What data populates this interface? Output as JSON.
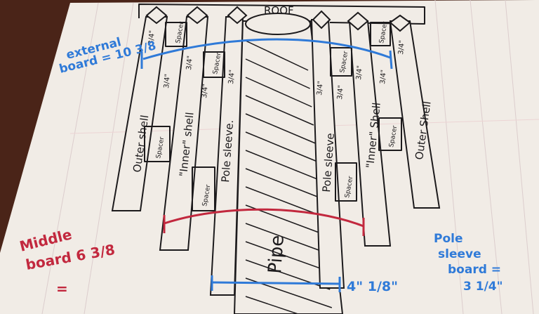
{
  "colors": {
    "paper": "#f1ece6",
    "table": "#4a2418",
    "ink": "#1c1a1c",
    "blue_marker": "#2f7ad8",
    "red_marker": "#c2283e",
    "rule_lines": "#d9c8c8"
  },
  "roof_label": "ROOF",
  "boards": {
    "outer_left": "Outer shell",
    "inner_left": "\"Inner\" shell",
    "sleeve_left": "Pole sleeve.",
    "pipe": "Pipe",
    "sleeve_right": "Pole sleeve",
    "inner_right": "\"Inner\" Shell",
    "outer_right": "Outer Shell"
  },
  "spacer_label": "Spacer",
  "thickness_label": "3/4\"",
  "annotations": {
    "external_line1": "external",
    "external_line2": "board = 10 3/8",
    "middle_line1": "Middle",
    "middle_line2": "board 6 3/8",
    "middle_line3": "=",
    "sleeve_measure": "4\" 1/8\"",
    "pole_line1": "Pole",
    "pole_line2": "sleeve",
    "pole_line3": "board =",
    "pole_line4": "3 1/4\""
  }
}
